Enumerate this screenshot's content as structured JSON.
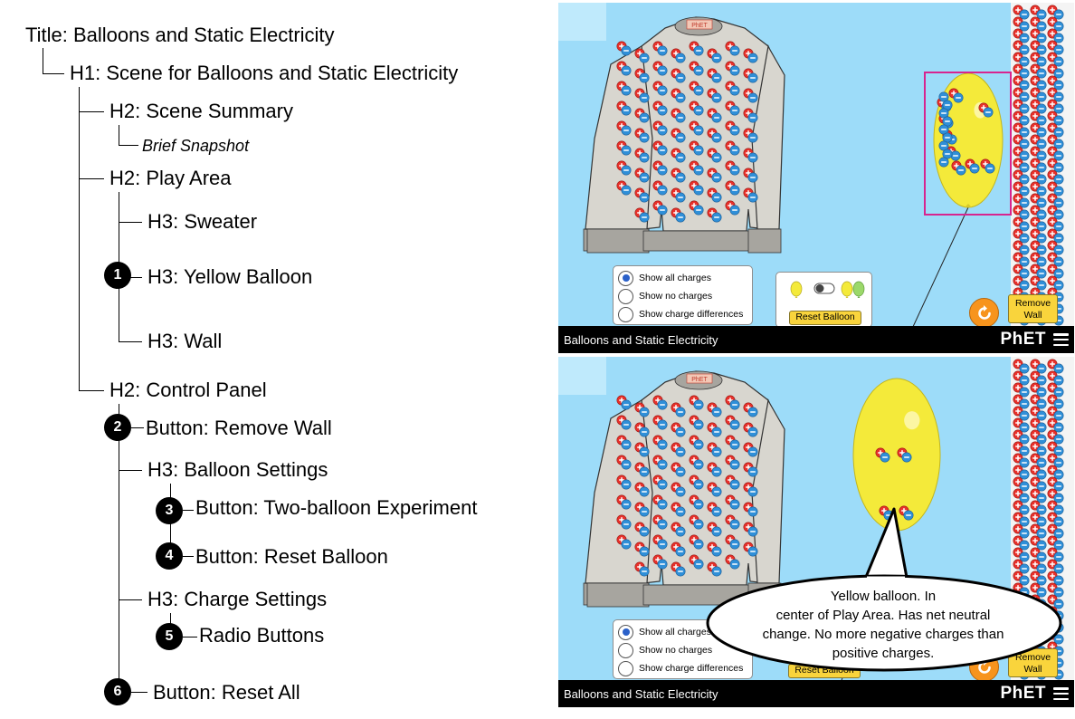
{
  "outline": {
    "title": "Title: Balloons and Static Electricity",
    "h1": "H1: Scene for Balloons and Static Electricity",
    "scene_summary": "H2: Scene Summary",
    "brief_snapshot": "Brief Snapshot",
    "play_area": "H2: Play Area",
    "sweater": "H3: Sweater",
    "yellow_balloon": "H3: Yellow Balloon",
    "wall": "H3: Wall",
    "control_panel": "H2: Control Panel",
    "remove_wall_button": "Button: Remove Wall",
    "balloon_settings": "H3: Balloon Settings",
    "two_balloon_button": "Button: Two-balloon Experiment",
    "reset_balloon_button": "Button: Reset Balloon",
    "charge_settings": "H3: Charge Settings",
    "radio_buttons": "Radio Buttons",
    "reset_all_button": "Button: Reset All",
    "badges": [
      "1",
      "2",
      "3",
      "4",
      "5",
      "6"
    ]
  },
  "sim": {
    "nav_title": "Balloons and Static Electricity",
    "logo": "PhET",
    "sweater_tag": "PhET",
    "radio_options": [
      "Show all charges",
      "Show no charges",
      "Show charge differences"
    ],
    "selected_radio": "Show all charges",
    "reset_balloon_label": "Reset Balloon",
    "remove_wall_line1": "Remove",
    "remove_wall_line2": "Wall",
    "colors": {
      "background": "#9ddcf9",
      "balloon": "#f4ea3a",
      "positive": "#e8302a",
      "negative": "#2f8fd8",
      "focus": "#d7258f",
      "button": "#f9d43c",
      "reset_all": "#f7941d"
    },
    "icons": [
      "refresh-icon",
      "menu-icon",
      "toggle-switch-icon",
      "balloon-icon"
    ]
  },
  "callout": {
    "lines": [
      "Yellow balloon. In",
      "center of Play Area. Has net neutral",
      "change. No more negative charges than",
      "positive charges."
    ]
  }
}
